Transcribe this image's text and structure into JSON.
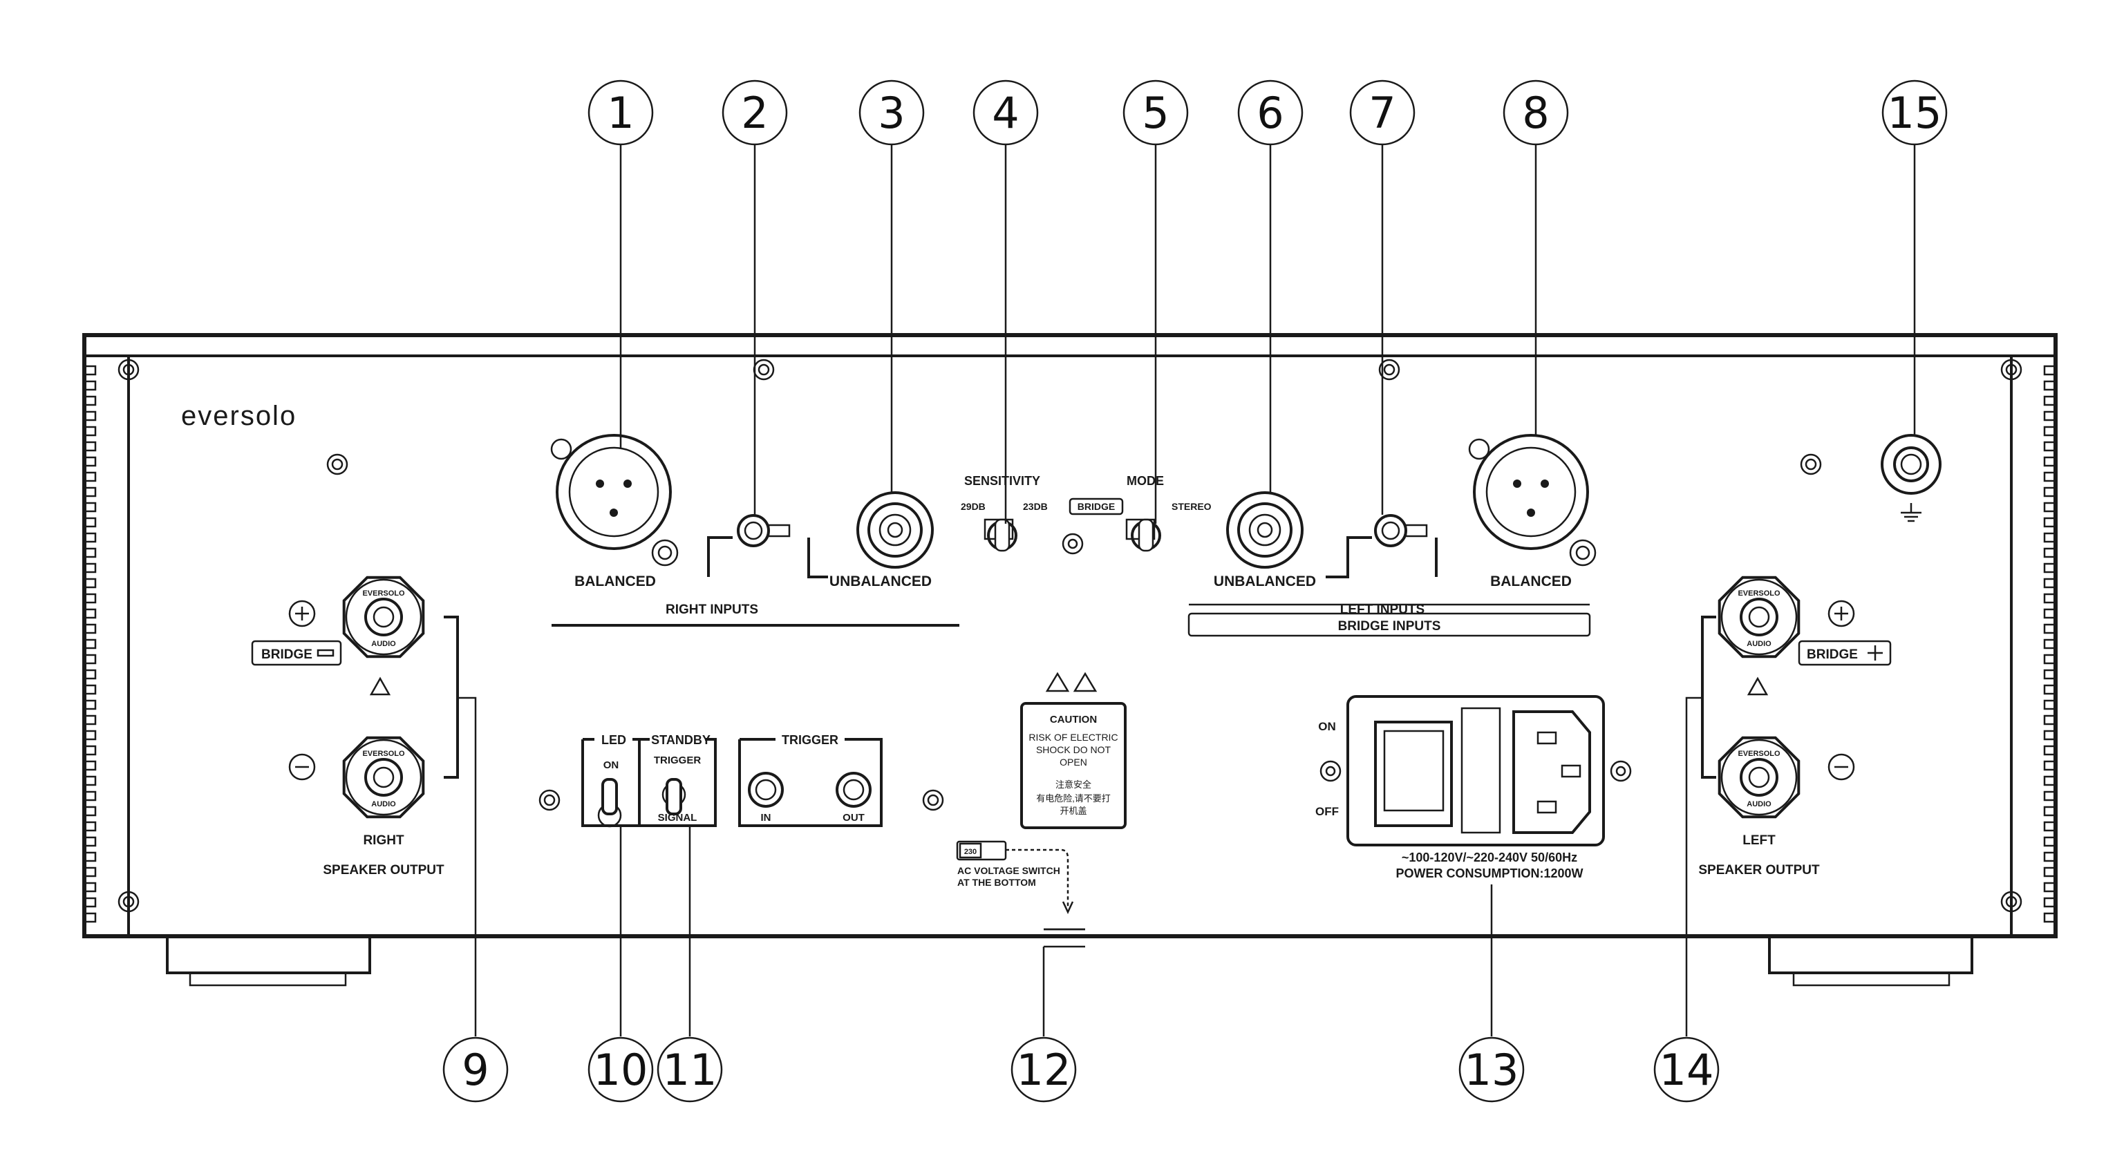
{
  "brand": "eversolo",
  "callouts": [
    {
      "n": "1"
    },
    {
      "n": "2"
    },
    {
      "n": "3"
    },
    {
      "n": "4"
    },
    {
      "n": "5"
    },
    {
      "n": "6"
    },
    {
      "n": "7"
    },
    {
      "n": "8"
    },
    {
      "n": "9"
    },
    {
      "n": "10"
    },
    {
      "n": "11"
    },
    {
      "n": "12"
    },
    {
      "n": "13"
    },
    {
      "n": "14"
    },
    {
      "n": "15"
    }
  ],
  "labels": {
    "balanced": "BALANCED",
    "unbalanced": "UNBALANCED",
    "right_inputs": "RIGHT INPUTS",
    "left_inputs": "LEFT INPUTS",
    "bridge_inputs": "BRIDGE INPUTS",
    "sensitivity": "SENSITIVITY",
    "db29": "29DB",
    "db23": "23DB",
    "mode": "MODE",
    "bridge": "BRIDGE",
    "stereo": "STEREO",
    "led": "LED",
    "standby": "STANDBY",
    "on": "ON",
    "trigger": "TRIGGER",
    "signal": "SIGNAL",
    "in": "IN",
    "out": "OUT",
    "caution_title": "CAUTION",
    "caution_l1": "RISK OF ELECTRIC",
    "caution_l2": "SHOCK DO NOT",
    "caution_l3": "OPEN",
    "caution_cn1": "注意安全",
    "caution_cn2": "有电危险,请不要打",
    "caution_cn3": "开机盖",
    "ac_switch_l1": "AC VOLTAGE SWITCH",
    "ac_switch_l2": "AT THE BOTTOM",
    "ac_switch_value": "230",
    "power_on": "ON",
    "power_off": "OFF",
    "voltage": "~100-120V/~220-240V   50/60Hz",
    "power_consumption": "POWER CONSUMPTION:1200W",
    "right": "RIGHT",
    "left": "LEFT",
    "speaker_output": "SPEAKER OUTPUT",
    "post_brand1": "EVERSOLO",
    "post_brand2": "AUDIO"
  }
}
